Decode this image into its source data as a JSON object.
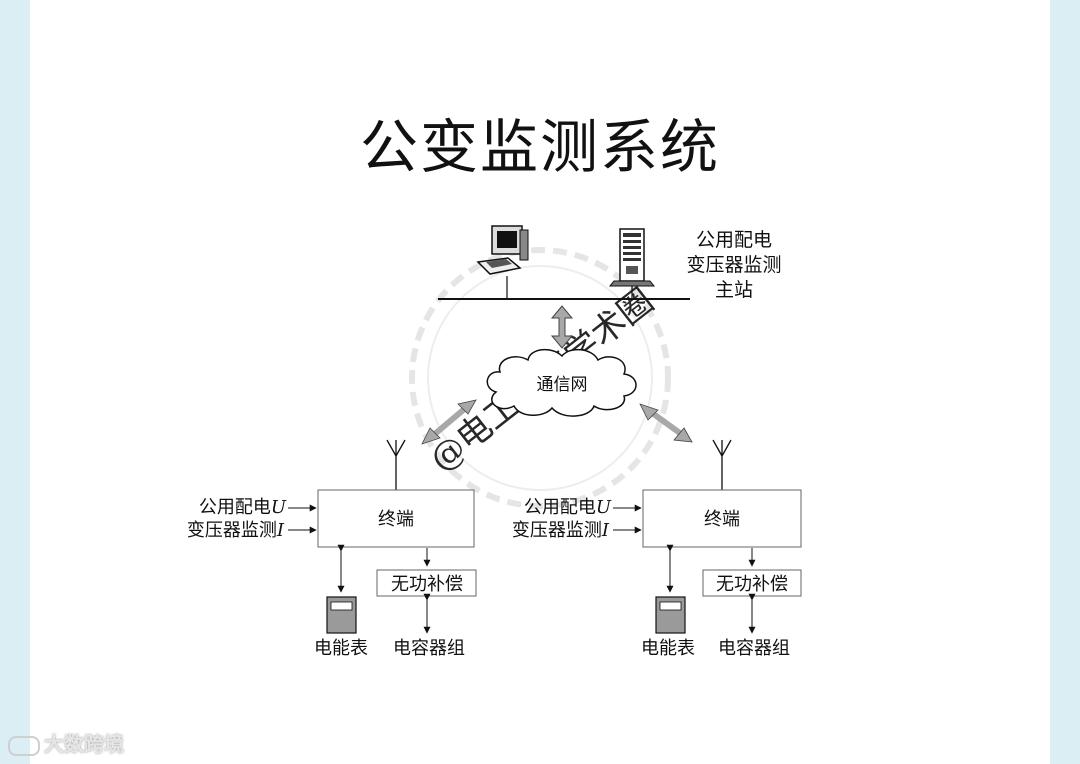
{
  "title": "公变监测系统",
  "master_station": {
    "label_lines": [
      "公用配电",
      "变压器监测",
      "主站"
    ]
  },
  "network": {
    "label": "通信网"
  },
  "stamp": {
    "text": "@电工电气学术圈"
  },
  "units": [
    {
      "terminal_label": "终端",
      "input_line1": "公用配电",
      "input_var1": "U",
      "input_line2": "变压器监测",
      "input_var2": "I",
      "compensation_label": "无功补偿",
      "meter_label": "电能表",
      "capacitor_label": "电容器组"
    },
    {
      "terminal_label": "终端",
      "input_line1": "公用配电",
      "input_var1": "U",
      "input_line2": "变压器监测",
      "input_var2": "I",
      "compensation_label": "无功补偿",
      "meter_label": "电能表",
      "capacitor_label": "电容器组"
    }
  ],
  "watermark": {
    "text": "大数跨境"
  },
  "colors": {
    "page_bg": "#dbeef4",
    "arrow_gray": "#a8a8a8",
    "meter_gray": "#9a9a9a"
  }
}
